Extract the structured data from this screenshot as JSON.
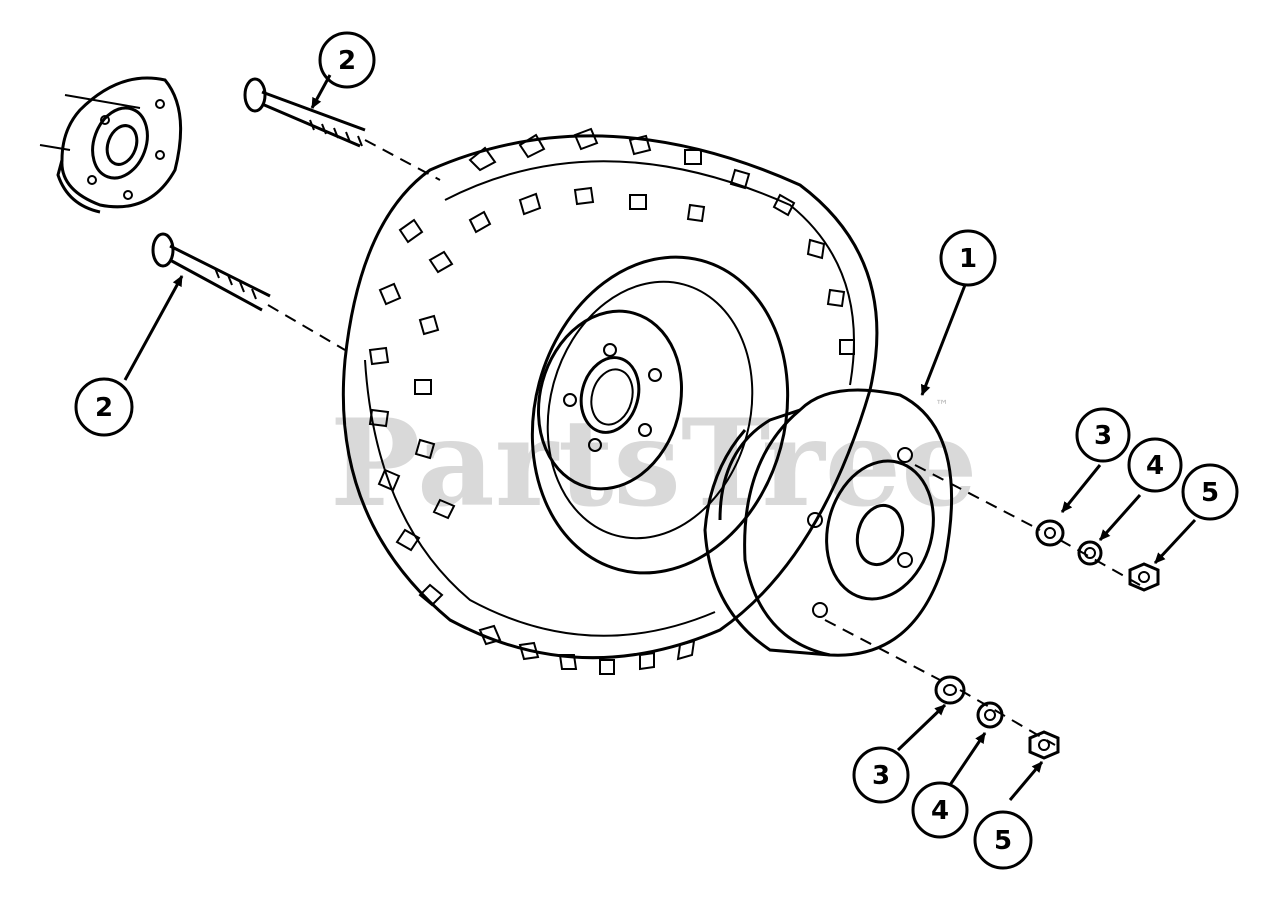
{
  "watermark": "PartsTree",
  "watermark_tm": "™",
  "callouts": [
    {
      "id": "c1",
      "label": "1"
    },
    {
      "id": "c2a",
      "label": "2"
    },
    {
      "id": "c2b",
      "label": "2"
    },
    {
      "id": "c3a",
      "label": "3"
    },
    {
      "id": "c4a",
      "label": "4"
    },
    {
      "id": "c5a",
      "label": "5"
    },
    {
      "id": "c3b",
      "label": "3"
    },
    {
      "id": "c4b",
      "label": "4"
    },
    {
      "id": "c5b",
      "label": "5"
    }
  ],
  "parts": [
    {
      "name": "wheel-weight",
      "ref": "1"
    },
    {
      "name": "carriage-bolt",
      "ref": "2"
    },
    {
      "name": "flat-washer",
      "ref": "3"
    },
    {
      "name": "lock-washer",
      "ref": "4"
    },
    {
      "name": "hex-nut",
      "ref": "5"
    }
  ]
}
